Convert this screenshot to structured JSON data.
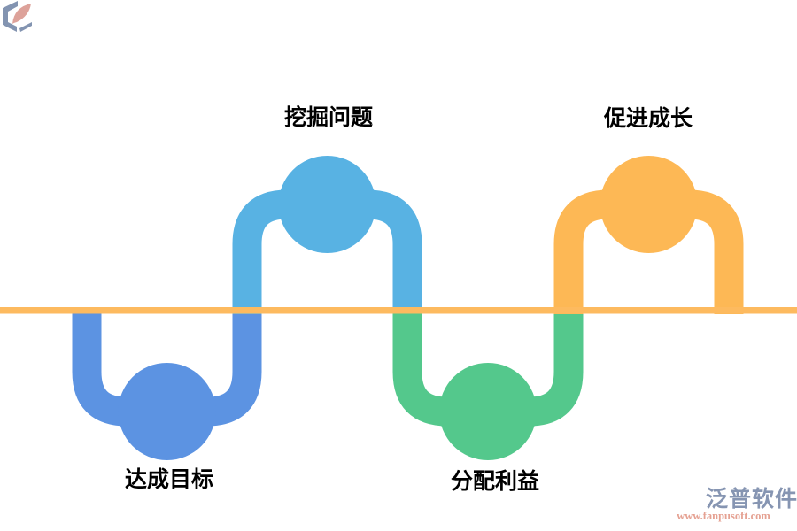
{
  "diagram": {
    "type": "wave-process",
    "background": "#ffffff",
    "baseline_color": "#FDBA5F",
    "steps": [
      {
        "label": "达成目标",
        "position": "below-line",
        "color": "#5C93E2"
      },
      {
        "label": "挖掘问题",
        "position": "above-line",
        "color": "#58B2E3"
      },
      {
        "label": "分配利益",
        "position": "below-line",
        "color": "#54C88C"
      },
      {
        "label": "促进成长",
        "position": "above-line",
        "color": "#FDB855"
      }
    ]
  },
  "watermark": {
    "brand": "泛普软件",
    "url": "www.fanpusoft.com",
    "brand_color": "#8695B2",
    "url_color": "#E5A192",
    "logo_gray": "#8394B1",
    "logo_salmon": "#DDA29A"
  }
}
